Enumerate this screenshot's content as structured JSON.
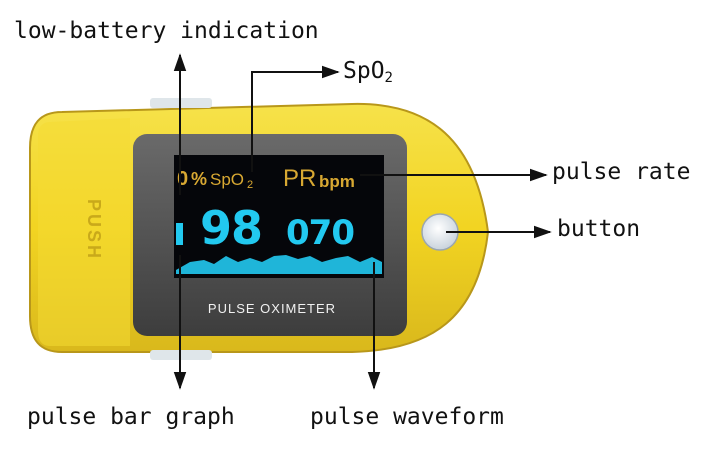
{
  "labels": {
    "low_battery": "low-battery indication",
    "spo2_main": "SpO",
    "spo2_sub": "2",
    "pulse_rate": "pulse rate",
    "button": "button",
    "pulse_bar_graph": "pulse bar graph",
    "pulse_waveform": "pulse waveform"
  },
  "device": {
    "push_label": "PUSH",
    "model_label": "PULSE OXIMETER",
    "colors": {
      "shell": "#f2d422",
      "shell_dark": "#c9a91a",
      "bezel": "#4d4d4d",
      "screen": "#05060a",
      "display_yellow": "#d8a832",
      "display_cyan": "#22c9f0",
      "button": "#e8eef4"
    }
  },
  "display": {
    "battery_pct": "0",
    "percent_sign": "%",
    "spo2_label": "SpO",
    "spo2_label_sub": "2",
    "pr_label": "PR",
    "pr_unit": "bpm",
    "spo2_value": "98",
    "pulse_value": "070"
  }
}
